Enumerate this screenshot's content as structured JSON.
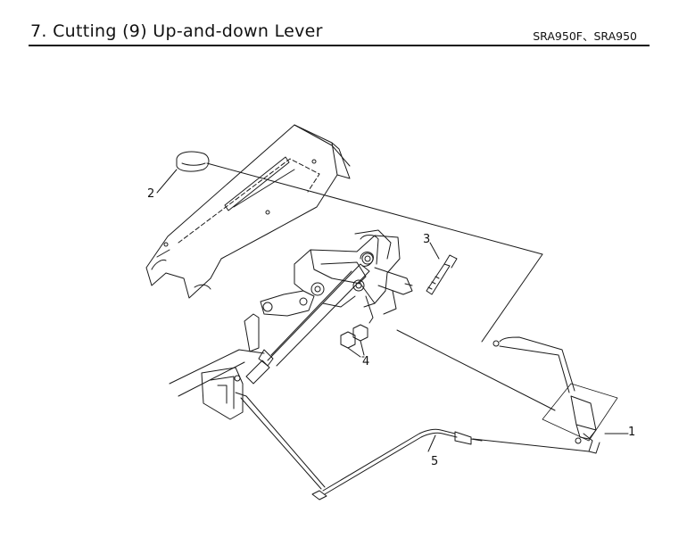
{
  "header": {
    "title": "7. Cutting (9) Up-and-down Lever",
    "models": "SRA950F、SRA950"
  },
  "callouts": [
    "1",
    "2",
    "3",
    "4",
    "5"
  ],
  "colors": {
    "line": "#1a1a1a",
    "background": "#ffffff"
  }
}
